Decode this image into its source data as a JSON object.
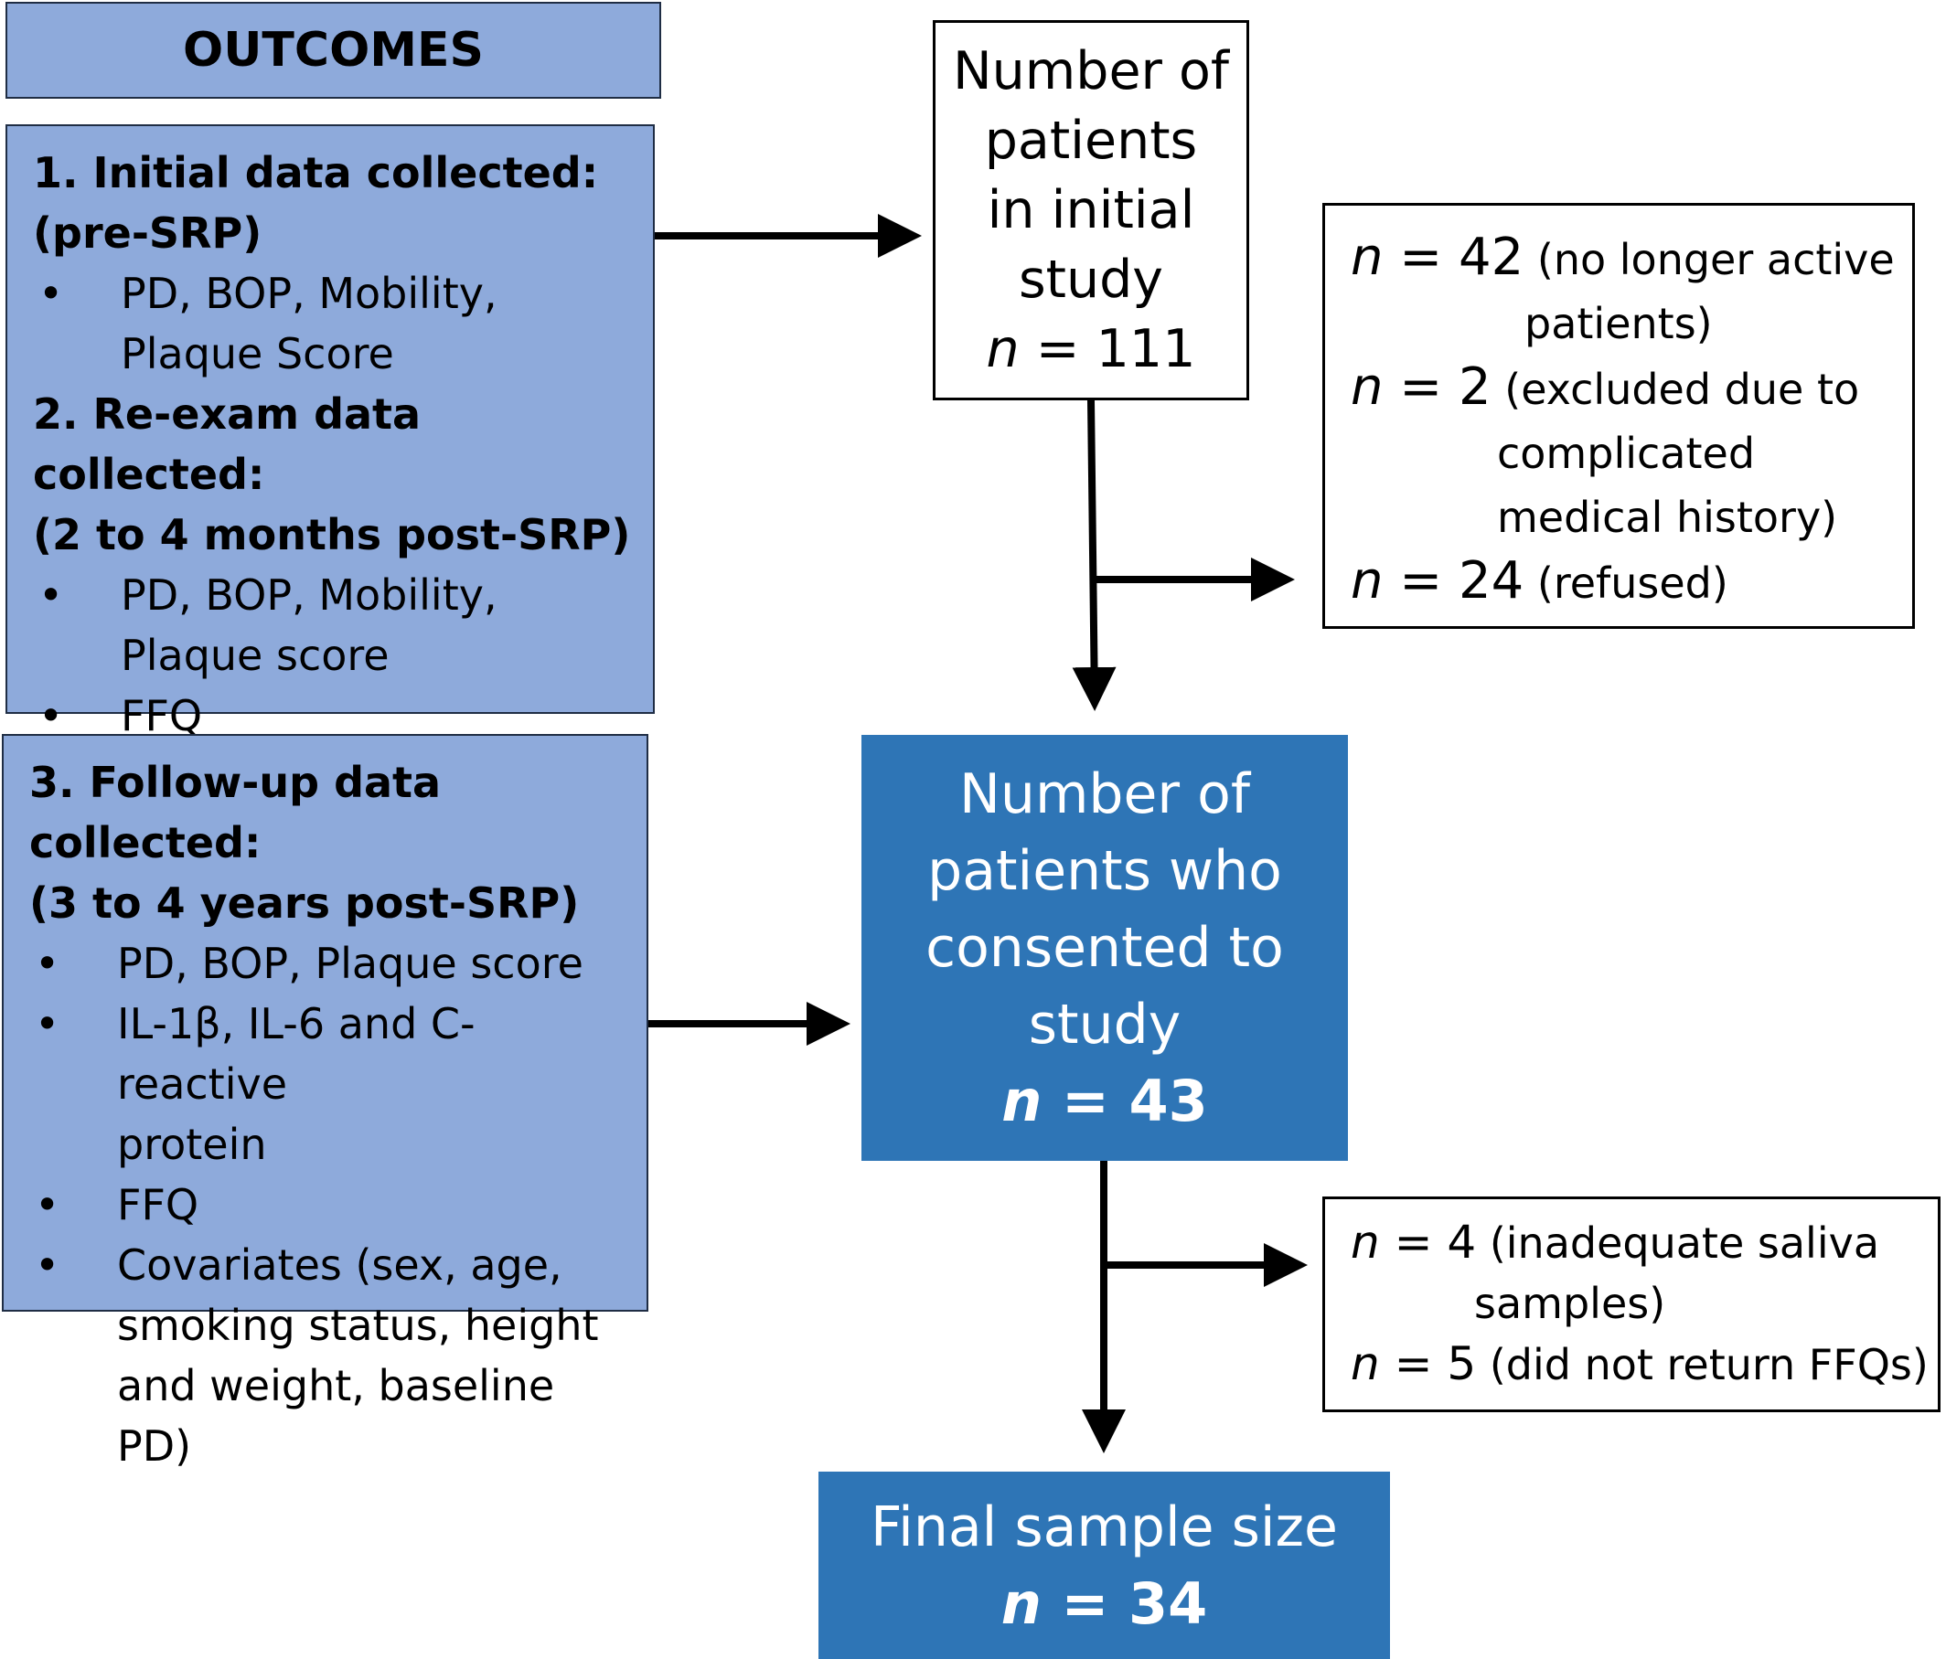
{
  "header": {
    "title": "OUTCOMES"
  },
  "panels": {
    "initial": {
      "heading_1": "1. Initial data collected:",
      "heading_2": "(pre-SRP)",
      "items": [
        {
          "line_1": "PD, BOP, Mobility,",
          "line_2": "Plaque Score"
        }
      ]
    },
    "reexam": {
      "heading_1": "2. Re-exam data collected:",
      "heading_2": "(2 to 4 months post-SRP)",
      "items": [
        {
          "line_1": "PD, BOP, Mobility,",
          "line_2": "Plaque score"
        },
        {
          "line_1": "FFQ"
        }
      ]
    },
    "followup": {
      "heading_1": "3. Follow-up data collected:",
      "heading_2": "(3 to 4 years post-SRP)",
      "items": [
        {
          "line_1": "PD, BOP, Plaque score"
        },
        {
          "line_1": "IL-1β, IL-6 and C-reactive",
          "line_2": "protein"
        },
        {
          "line_1": "FFQ"
        },
        {
          "line_1": "Covariates (sex, age,",
          "line_2": "smoking status, height",
          "line_3": "and weight, baseline PD)"
        }
      ]
    }
  },
  "flow": {
    "initial": {
      "lines": [
        "Number of",
        "patients",
        "in initial",
        "study"
      ],
      "n_var": "n",
      "n_text": " = 111"
    },
    "exclusions_1": [
      {
        "n_var": "n",
        "n_text": " = 42",
        "reason_1": " (no longer active",
        "reason_2": "patients)"
      },
      {
        "n_var": "n",
        "n_text": " = 2",
        "reason_1": " (excluded due to",
        "reason_2": "complicated",
        "reason_3": "medical history)"
      },
      {
        "n_var": "n",
        "n_text": " = 24",
        "reason_1": " (refused)"
      }
    ],
    "consented": {
      "lines": [
        "Number of",
        "patients who",
        "consented to",
        "study"
      ],
      "n_var": "n",
      "n_text": " = 43"
    },
    "exclusions_2": [
      {
        "n_var": "n",
        "n_text": " = 4",
        "reason_1": " (inadequate saliva",
        "reason_2": "samples)"
      },
      {
        "n_var": "n",
        "n_text": " = 5",
        "reason_1": " (did not return FFQs)"
      }
    ],
    "final": {
      "line_1": "Final sample size",
      "n_var": "n",
      "n_text": " = 34"
    }
  },
  "colors": {
    "panel_fill": "#8eaadb",
    "flow_fill": "#2e75b6",
    "outline": "#000000"
  }
}
